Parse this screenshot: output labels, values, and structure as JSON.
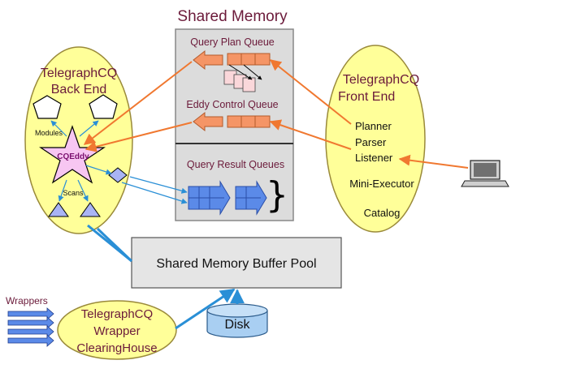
{
  "title": "Shared Memory",
  "shared_memory": {
    "query_plan_queue": "Query Plan Queue",
    "eddy_control_queue": "Eddy Control Queue",
    "query_result_queues": "Query Result Queues"
  },
  "back_end": {
    "name_line1": "TelegraphCQ",
    "name_line2": "Back End",
    "modules": "Modules",
    "cqeddy": "CQEddy",
    "scans": "Scans"
  },
  "front_end": {
    "name_line1": "TelegraphCQ",
    "name_line2": "Front End",
    "planner": "Planner",
    "parser": "Parser",
    "listener": "Listener",
    "mini_executor": "Mini-Executor",
    "catalog": "Catalog"
  },
  "buffer_pool": "Shared Memory Buffer Pool",
  "disk": "Disk",
  "wrappers": "Wrappers",
  "wrapper_ch": {
    "line1": "TelegraphCQ",
    "line2": "Wrapper",
    "line3": "ClearingHouse"
  },
  "colors": {
    "ellipse_fill": "#ffff99",
    "shared_mem_fill": "#dcdcdc",
    "orange": "#f08a52",
    "blue": "#2a8fd6",
    "queue_blue": "#5b8ae8",
    "star_fill": "#f7c6f2",
    "shape_fill": "#a9b4f5"
  }
}
